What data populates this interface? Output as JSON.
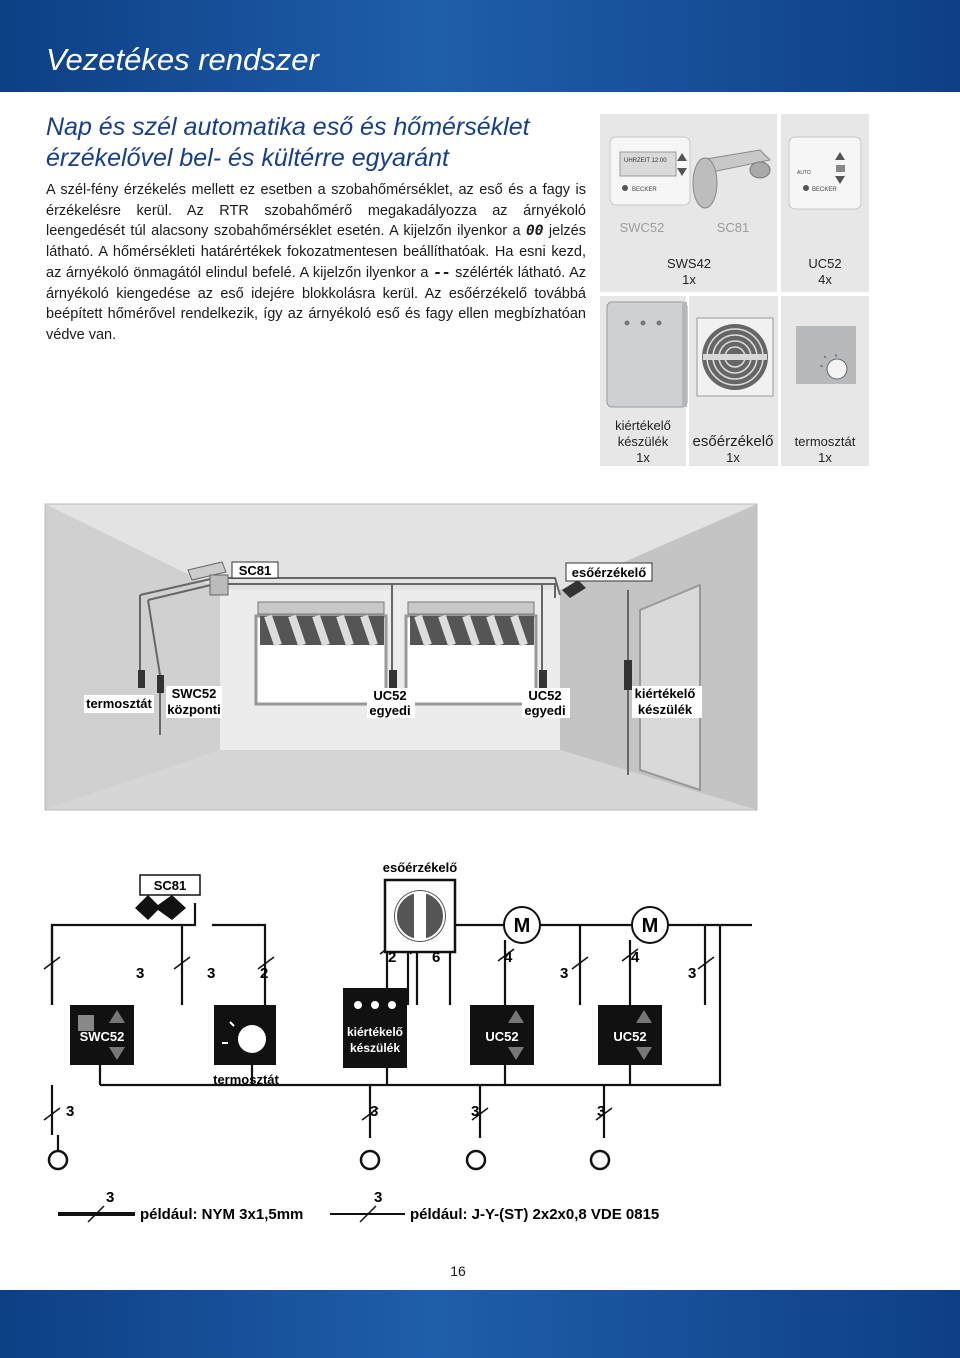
{
  "header": {
    "title": "Vezetékes rendszer"
  },
  "subtitle": {
    "line1": "Nap és szél automatika eső és hőmérséklet",
    "line2": "érzékelővel bel- és kültérre egyaránt"
  },
  "body": {
    "p1": "A szél-fény érzékelés mellett ez esetben a szobahőmérséklet, az eső és a fagy is érzékelésre kerül. Az RTR szobahőmérő megakadályozza az árnyékoló leengedését túl alacsony szobahőmérséklet esetén. A kijelzőn ilyenkor a",
    "sym1": "00",
    "p2": "jelzés látható. A hőmérsékleti határértékek fokozatmentesen beállíthatóak. Ha esni kezd, az árnyékoló önmagától elindul befelé. A kijelzőn ilyenkor a",
    "sym2": "--",
    "p3": "szélérték látható. Az árnyékoló kiengedése az eső idejére blokkolásra kerül. Az esőérzékelő továbbá beépített hőmérővel rendelkezik, így az árnyékoló eső és fagy ellen megbízhatóan védve van."
  },
  "products": {
    "swc52": "SWC52",
    "sc81": "SC81",
    "sws42": "SWS42",
    "sws42_qty": "1x",
    "uc52": "UC52",
    "uc52_qty": "4x",
    "evaluator_l1": "kiértékelő",
    "evaluator_l2": "készülék",
    "evaluator_qty": "1x",
    "rain": "esőérzékelő",
    "rain_qty": "1x",
    "thermostat": "termosztát",
    "thermostat_qty": "1x",
    "display_text": "UHRZEIT 12:00",
    "brand": "BECKER",
    "brand2": "BECKER",
    "uc52_panel": "AUTO"
  },
  "room": {
    "sc81": "SC81",
    "rain": "esőérzékelő",
    "thermostat": "termosztát",
    "swc52_l1": "SWC52",
    "swc52_l2": "központi",
    "uc52a_l1": "UC52",
    "uc52a_l2": "egyedi",
    "uc52b_l1": "UC52",
    "uc52b_l2": "egyedi",
    "eval_l1": "kiértékelő",
    "eval_l2": "készülék"
  },
  "wiring": {
    "sc81": "SC81",
    "rain": "esőérzékelő",
    "motor1": "M",
    "motor2": "M",
    "swc52": "SWC52",
    "thermostat": "termosztát",
    "eval_l1": "kiértékelő",
    "eval_l2": "készülék",
    "uc52a": "UC52",
    "uc52b": "UC52",
    "n_swc_top": "3",
    "n_therm_a": "3",
    "n_therm_b": "2",
    "n_eval_a": "2",
    "n_eval_b": "6",
    "n_m1": "4",
    "n_mid": "3",
    "n_m2": "4",
    "n_right": "3",
    "n_bot1": "3",
    "n_bot2": "3",
    "n_bot3": "3",
    "n_bot4": "3"
  },
  "legend": {
    "n1": "3",
    "t1": "például: NYM 3x1,5mm",
    "n2": "3",
    "t2": "például: J-Y-(ST) 2x2x0,8 VDE 0815"
  },
  "page": {
    "number": "16"
  }
}
